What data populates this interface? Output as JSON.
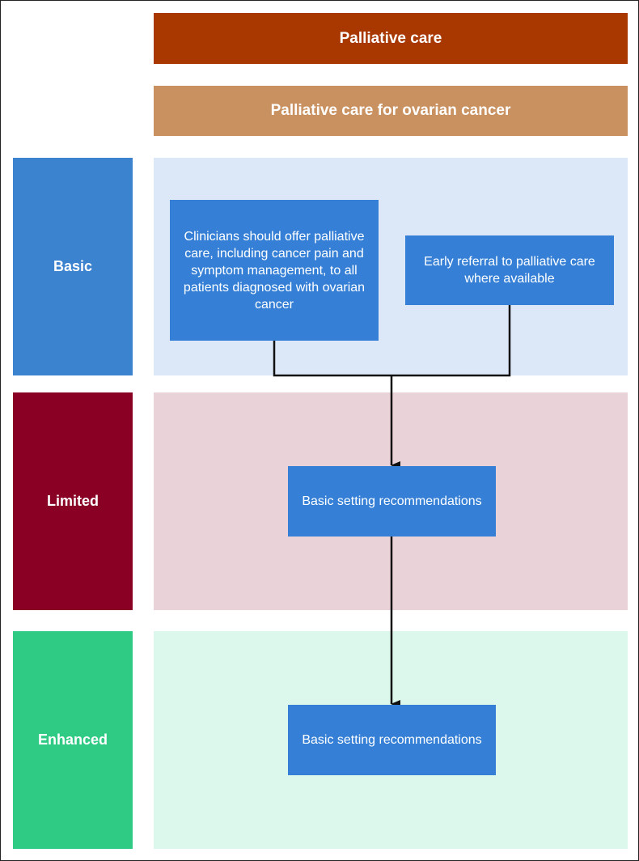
{
  "headers": {
    "palliative_care": "Palliative care",
    "palliative_care_ovarian": "Palliative care for ovarian cancer"
  },
  "tiers": {
    "basic": "Basic",
    "limited": "Limited",
    "enhanced": "Enhanced"
  },
  "boxes": {
    "basic_offer": "Clinicians should offer palliative care, including cancer pain and symptom management, to all patients diagnosed with ovarian cancer",
    "basic_referral": "Early referral to palliative care where available",
    "limited_recs": "Basic setting recommendations",
    "enhanced_recs": "Basic setting recommendations"
  },
  "colors": {
    "header_dark": "#A83800",
    "header_light": "#C99060",
    "basic": "#3B82CF",
    "basic_bg": "#DCE8F7",
    "limited": "#8A0025",
    "limited_bg": "#EAD3D8",
    "enhanced": "#2FCB85",
    "enhanced_bg": "#DCF7EC",
    "box": "#3580D6",
    "connector": "#111111"
  }
}
